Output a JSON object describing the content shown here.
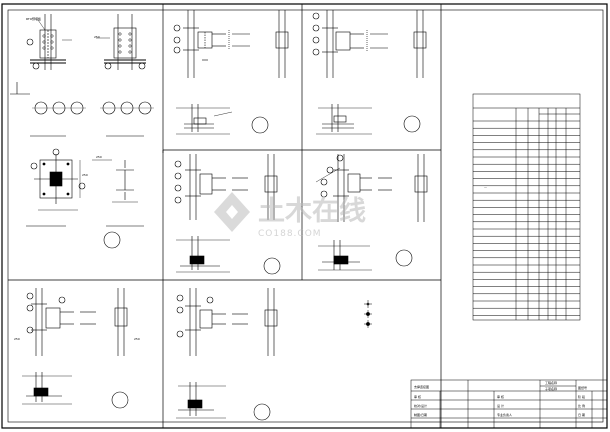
{
  "panel1": {
    "note": "RTO预埋板",
    "dim": "250"
  },
  "panel4": {
    "dim_top": "250",
    "dim_side": "250"
  },
  "panel7": {
    "dim_left": "250",
    "dim_right": "250"
  },
  "watermark": {
    "main": "土木在线",
    "sub": "CO188.COM"
  },
  "table": {
    "mark": "—"
  },
  "title_block": {
    "drawing_title": "支撑连接图",
    "project_name": "工程名称",
    "sub_name": "子项名称",
    "row_labels": [
      "审 核",
      "校对/设计",
      "制图/日期"
    ],
    "mid_labels": [
      "审 核",
      "设 计",
      "专业负责人"
    ],
    "right_labels": [
      "图纸号",
      "阶 段",
      "比 例",
      "日 期"
    ]
  }
}
